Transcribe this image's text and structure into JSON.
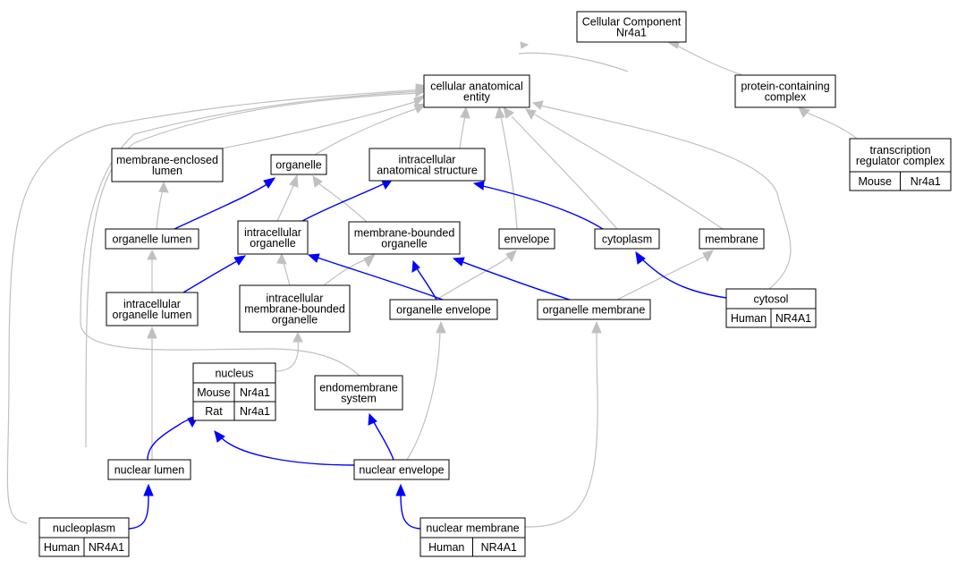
{
  "colors": {
    "mouse": "#add8e6",
    "rat": "#ffd700",
    "human": "#ff6347",
    "edge_is_a": "#c0c0c0",
    "edge_part_of": "#0000ff"
  },
  "nodes": {
    "cellular_component": [
      "Cellular Component",
      "Nr4a1"
    ],
    "cellular_anatomical_entity": [
      "cellular anatomical",
      "entity"
    ],
    "protein_containing_complex": [
      "protein-containing",
      "complex"
    ],
    "transcription_regulator_complex": [
      "transcription",
      "regulator complex"
    ],
    "membrane_enclosed_lumen": [
      "membrane-enclosed",
      "lumen"
    ],
    "organelle": [
      "organelle"
    ],
    "intracellular_anatomical_structure": [
      "intracellular",
      "anatomical structure"
    ],
    "organelle_lumen": [
      "organelle lumen"
    ],
    "intracellular_organelle": [
      "intracellular",
      "organelle"
    ],
    "membrane_bounded_organelle": [
      "membrane-bounded",
      "organelle"
    ],
    "envelope": [
      "envelope"
    ],
    "cytoplasm": [
      "cytoplasm"
    ],
    "membrane": [
      "membrane"
    ],
    "intracellular_organelle_lumen": [
      "intracellular",
      "organelle lumen"
    ],
    "intracellular_membrane_bounded_organelle": [
      "intracellular",
      "membrane-bounded",
      "organelle"
    ],
    "organelle_envelope": [
      "organelle envelope"
    ],
    "organelle_membrane": [
      "organelle membrane"
    ],
    "cytosol": [
      "cytosol"
    ],
    "nucleus": [
      "nucleus"
    ],
    "endomembrane_system": [
      "endomembrane",
      "system"
    ],
    "nuclear_lumen": [
      "nuclear lumen"
    ],
    "nuclear_envelope": [
      "nuclear envelope"
    ],
    "nucleoplasm": [
      "nucleoplasm"
    ],
    "nuclear_membrane": [
      "nuclear membrane"
    ]
  },
  "annotations": {
    "transcription_regulator_complex": [
      {
        "species": "Mouse",
        "gene": "Nr4a1"
      }
    ],
    "cytosol": [
      {
        "species": "Human",
        "gene": "NR4A1"
      }
    ],
    "nucleus": [
      {
        "species": "Mouse",
        "gene": "Nr4a1"
      },
      {
        "species": "Rat",
        "gene": "Nr4a1"
      }
    ],
    "nucleoplasm": [
      {
        "species": "Human",
        "gene": "NR4A1"
      }
    ],
    "nuclear_membrane": [
      {
        "species": "Human",
        "gene": "NR4A1"
      }
    ]
  }
}
